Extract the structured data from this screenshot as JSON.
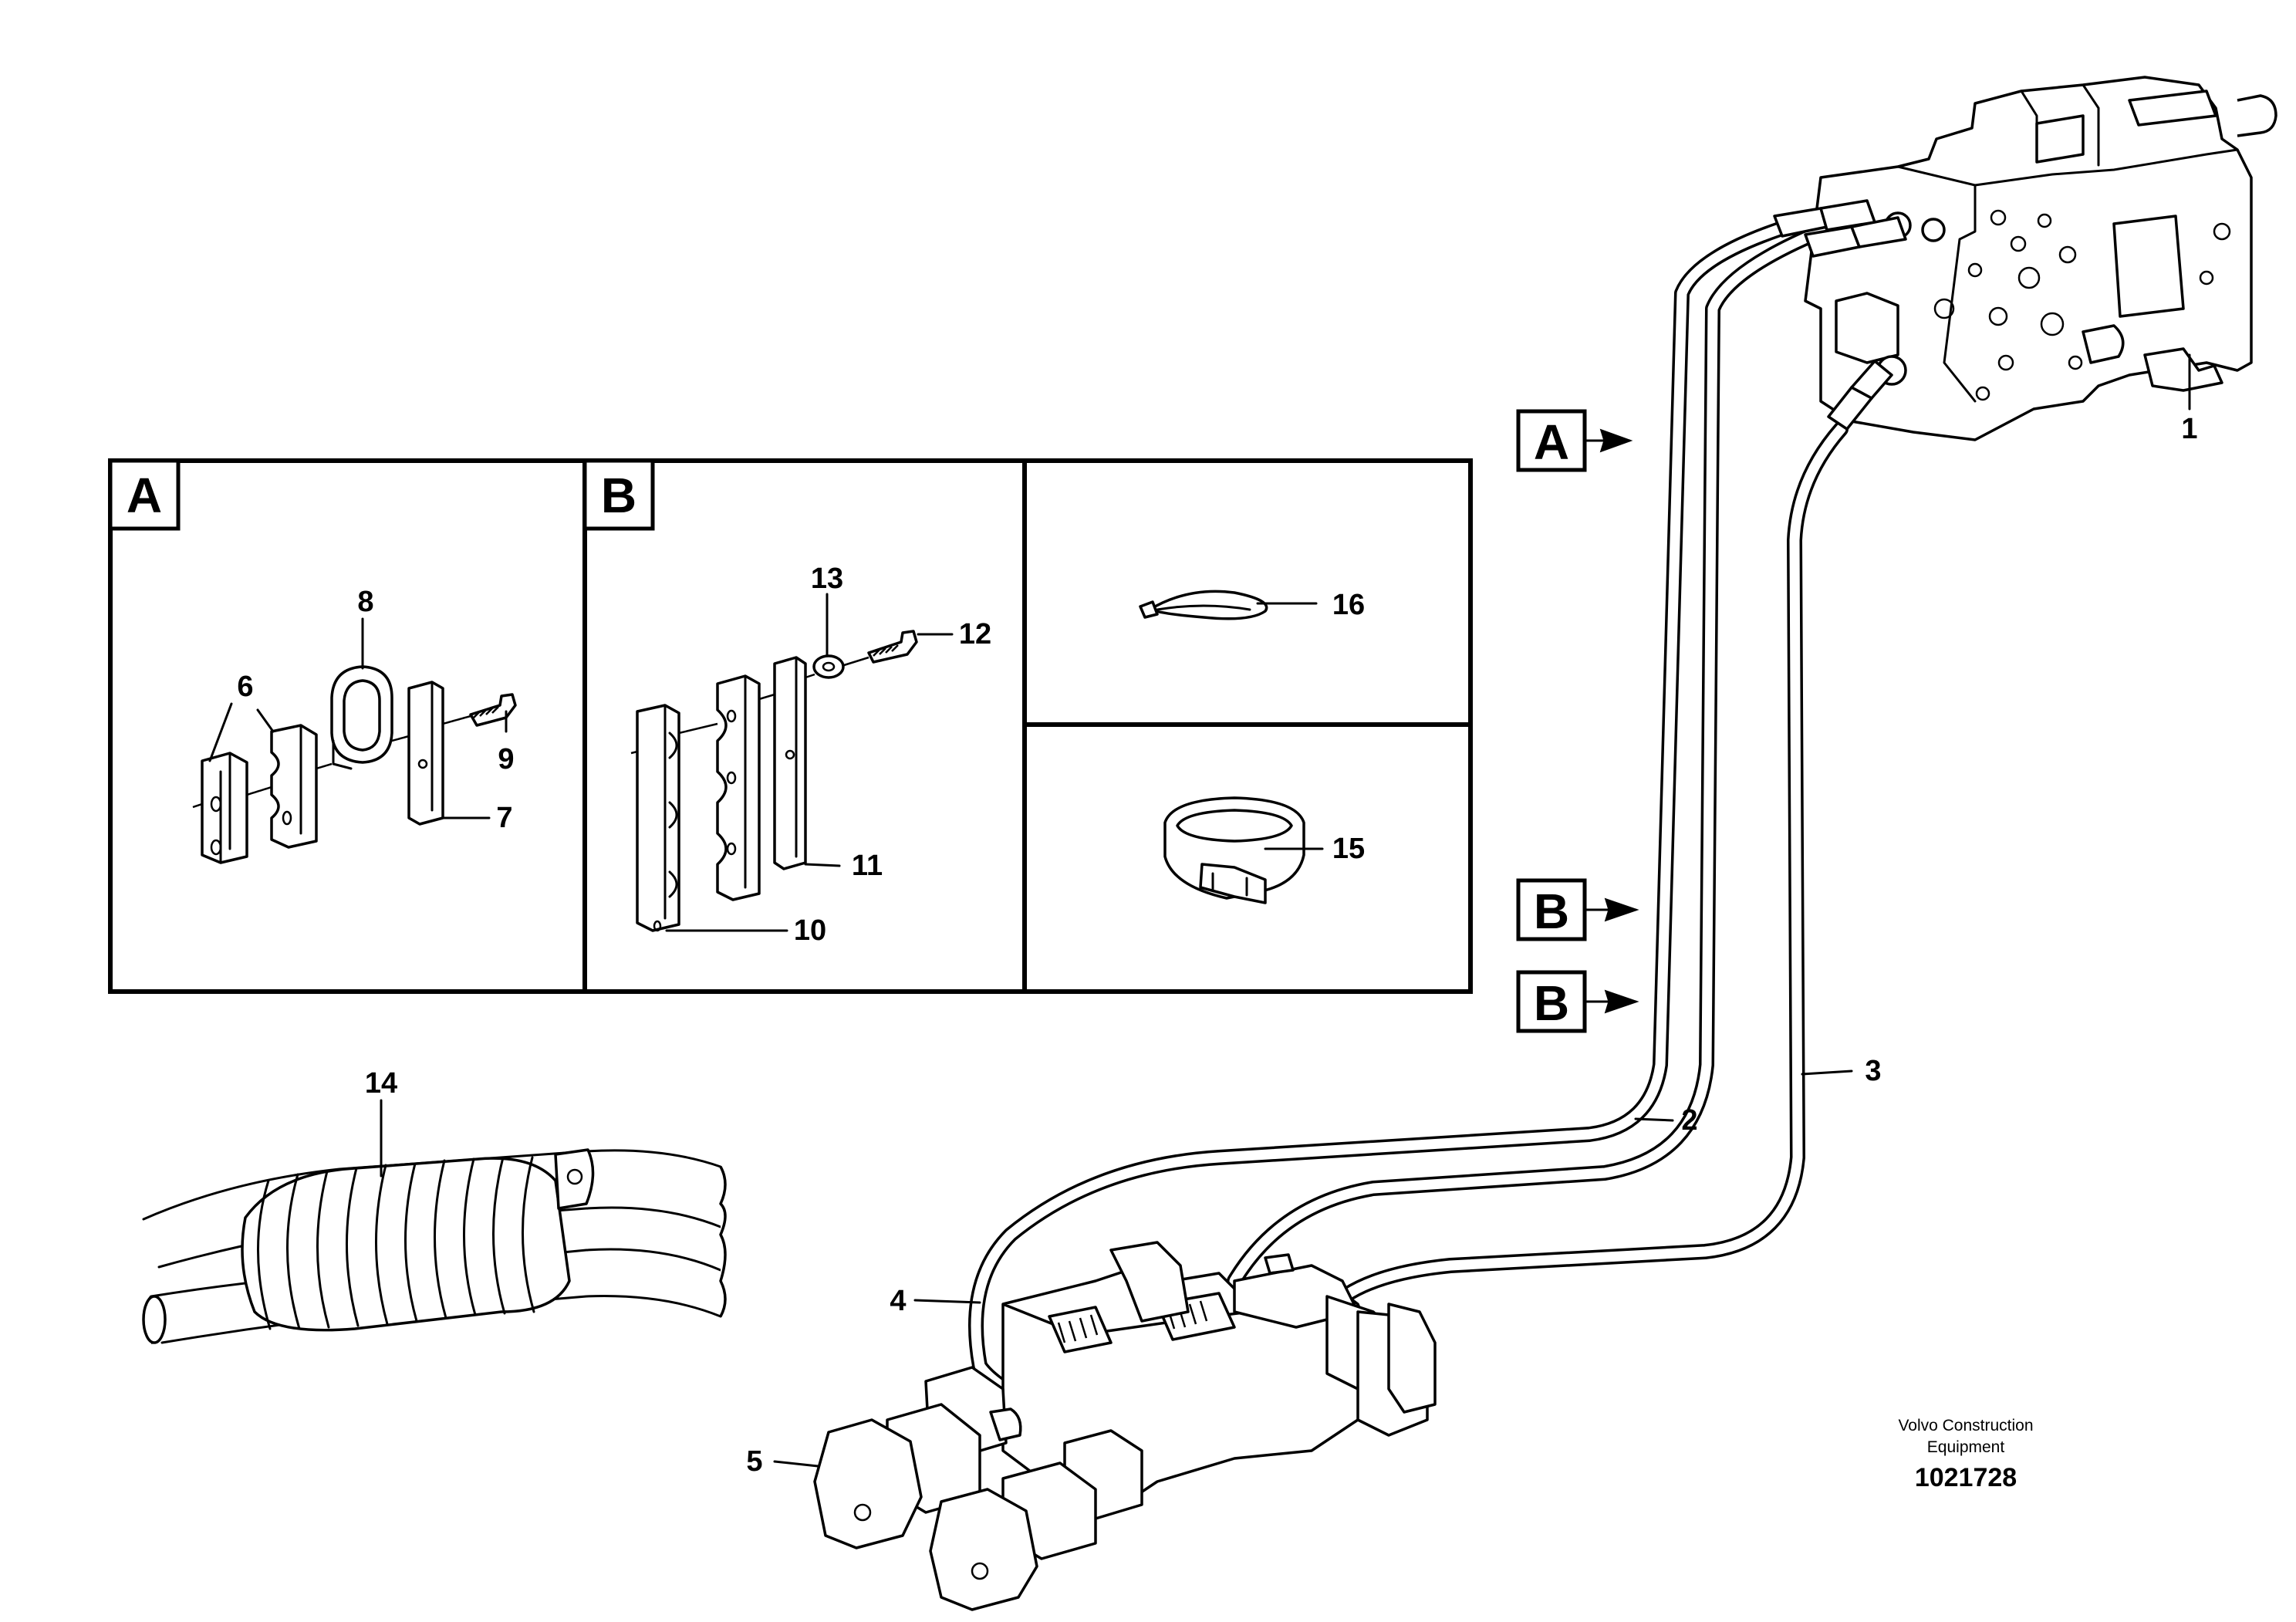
{
  "callouts": {
    "c1": "1",
    "c2": "2",
    "c3": "3",
    "c4": "4",
    "c5": "5",
    "c6": "6",
    "c7": "7",
    "c8": "8",
    "c9": "9",
    "c10": "10",
    "c11": "11",
    "c12": "12",
    "c13": "13",
    "c14": "14",
    "c15": "15",
    "c16": "16"
  },
  "detail_boxes": {
    "a": "A",
    "b": "B"
  },
  "view_markers": {
    "a": "A",
    "b1": "B",
    "b2": "B"
  },
  "footer": {
    "company_line1": "Volvo Construction",
    "company_line2": "Equipment",
    "drawing_number": "1021728"
  }
}
